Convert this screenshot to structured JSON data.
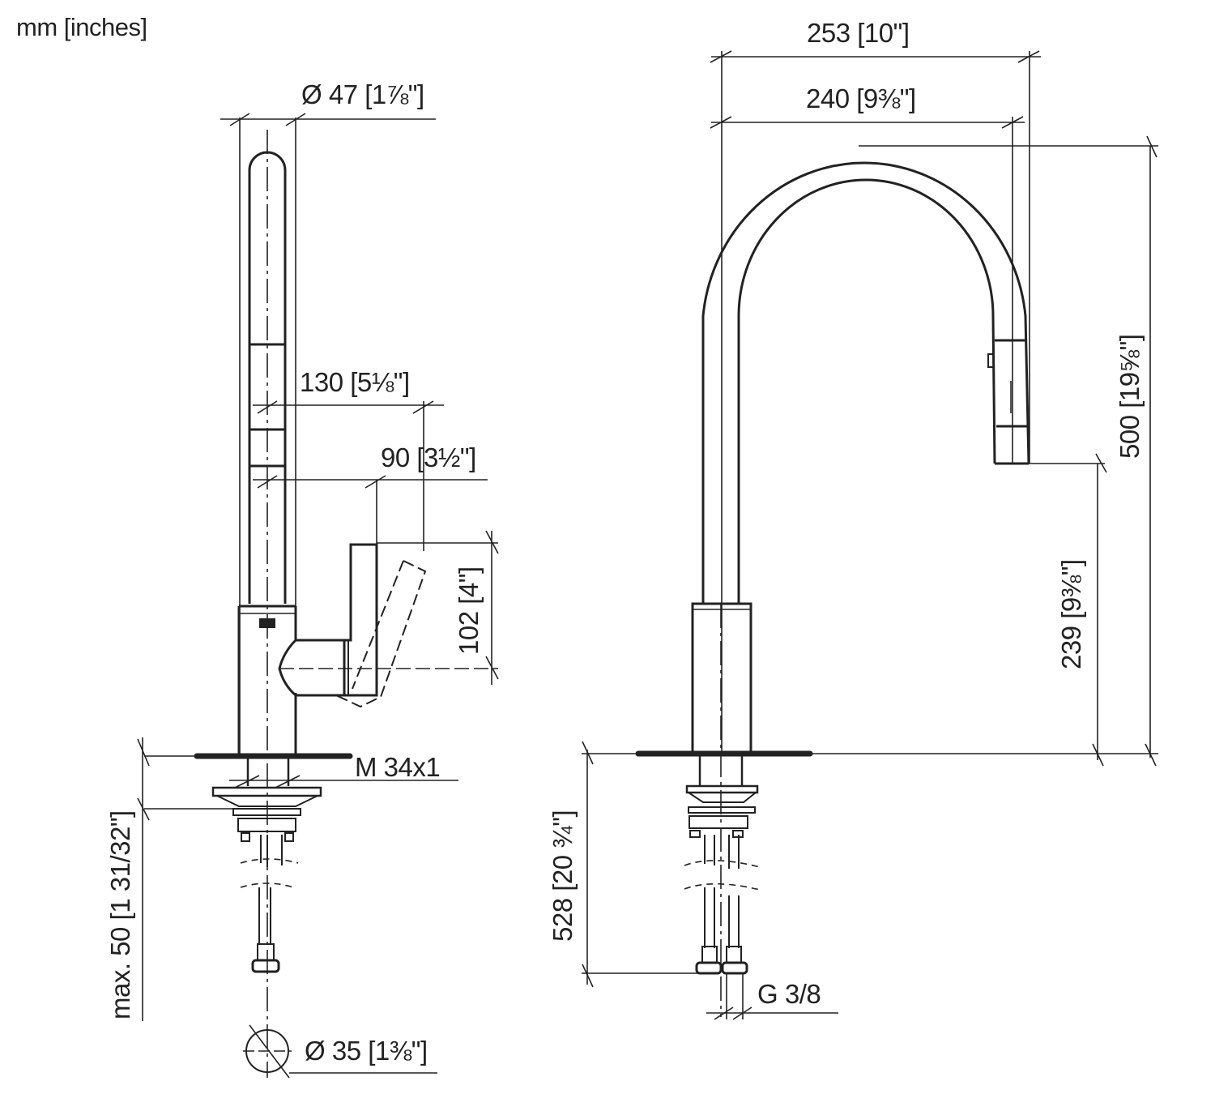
{
  "units_label": "mm [inches]",
  "colors": {
    "line": "#222222",
    "background": "#ffffff"
  },
  "left_view": {
    "diameter_spout": {
      "mm": "Ø 47",
      "inch": "[1⅞\"]"
    },
    "reach_130": {
      "mm": "130",
      "inch": "[5⅛\"]"
    },
    "reach_90": {
      "mm": "90",
      "inch": "[3½\"]"
    },
    "lever_102": {
      "mm": "102",
      "inch": "[4\"]"
    },
    "thread": "M 34x1",
    "max_thickness": {
      "mm": "max. 50",
      "inch": "[1 31/32\"]"
    },
    "hole_diameter": {
      "mm": "Ø 35",
      "inch": "[1⅜\"]"
    }
  },
  "right_view": {
    "width_253": {
      "mm": "253",
      "inch": "[10\"]"
    },
    "width_240": {
      "mm": "240",
      "inch": "[9⅜\"]"
    },
    "height_500": {
      "mm": "500",
      "inch": "[19⅝\"]"
    },
    "height_239": {
      "mm": "239",
      "inch": "[9⅜\"]"
    },
    "hose_528": {
      "mm": "528",
      "inch": "[20 ¾\"]"
    },
    "connection": "G 3/8"
  }
}
